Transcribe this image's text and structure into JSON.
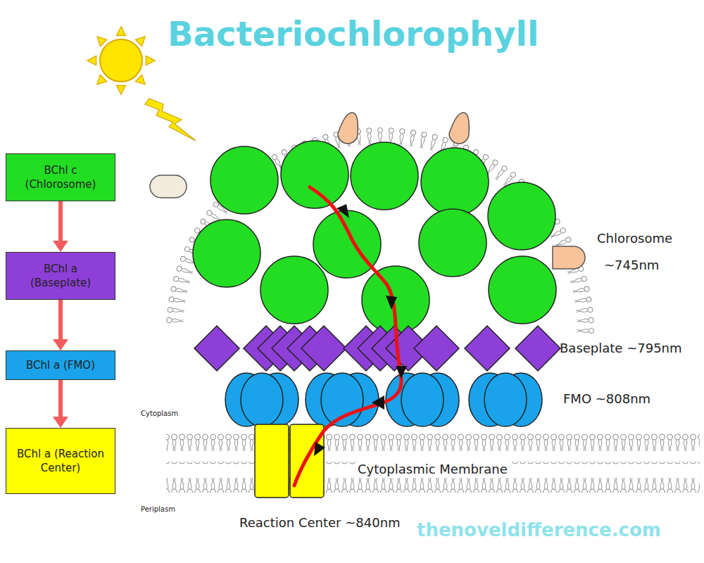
{
  "diagram": {
    "title": "Bacteriochlorophyll",
    "nodes": [
      {
        "text": [
          "BChl c (Chlorosome)"
        ]
      },
      {
        "text": [
          "BChl a (Baseplate)"
        ]
      },
      {
        "text": [
          "BChl a (FMO)"
        ]
      },
      {
        "text": [
          "BChl a (Reaction Center)"
        ]
      }
    ],
    "edges": [
      {
        "from": 0,
        "to": 1,
        "arrow": "to"
      },
      {
        "from": 1,
        "to": 2,
        "arrow": "to"
      },
      {
        "from": 2,
        "to": 3,
        "arrow": "to"
      }
    ],
    "labels": [
      "Chlorosome",
      "~745nm",
      "Baseplate ~795nm",
      "FMO ~808nm",
      "Cytoplasm",
      "Periplasm",
      "Cytoplasmic Membrane",
      "Reaction Center ~840nm",
      "thenoveldifference.com"
    ]
  }
}
